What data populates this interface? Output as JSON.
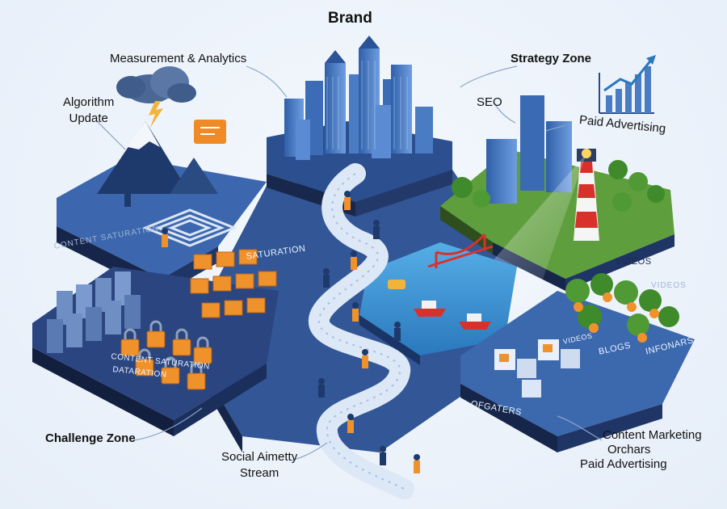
{
  "labels": {
    "brand": "Brand",
    "measurement": "Measurement & Analytics",
    "strategy_zone": "Strategy Zone",
    "algorithm_line1": "Algorithm",
    "algorithm_line2": "Update",
    "seo": "SEO",
    "paid_advertising_top": "Paid Advertising",
    "content_saturation_ghost": "CONTENT SATURATION",
    "saturation": "SATURATION",
    "content_saturation_small": "CONTENT SATURATION",
    "dataration": "DATARATION",
    "videos": "VIDEOS",
    "videos_ghost": "VIDEOS",
    "blogs": "BLOGS",
    "infonars": "INFONARS",
    "videos_small": "VIDEOS",
    "ofgaters": "OFGATERS",
    "challenge_zone": "Challenge Zone",
    "social_line1": "Social Aimetty",
    "social_line2": "Stream",
    "content_marketing": "Content Marketing",
    "orchars": "Orchars",
    "paid_advertising_bottom": "Paid Advertising"
  },
  "colors": {
    "background": "#eef3fa",
    "platform_dark": "#1d2d55",
    "platform_blue": "#3d6fb6",
    "water": "#3a8fd0",
    "grass": "#5d9c3e",
    "path": "#dfe9f6",
    "lock_orange": "#f0922b",
    "lighthouse_red": "#d8312c"
  }
}
